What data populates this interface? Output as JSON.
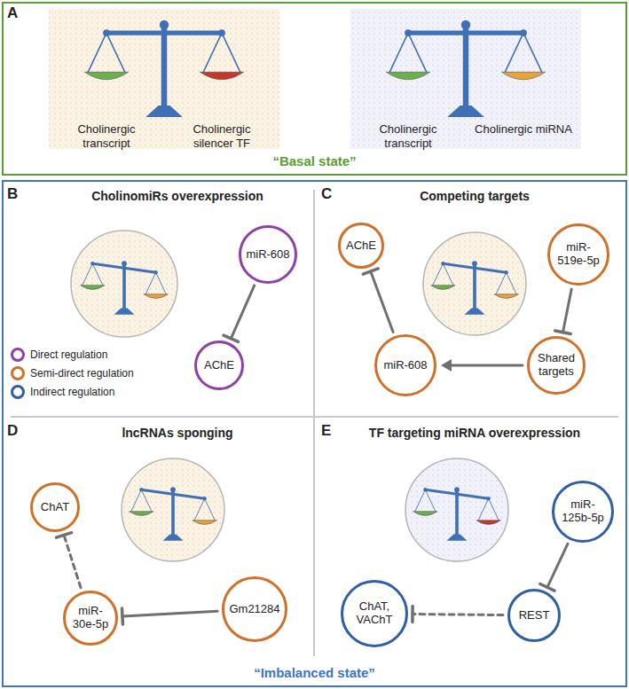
{
  "diagram": {
    "nodes": [
      {
        "text": [
          "“Basal state”"
        ]
      },
      {
        "text": [
          "“Imbalanced state”"
        ]
      },
      {
        "text": [
          "miR-608"
        ],
        "in": 1
      },
      {
        "text": [
          "AChE"
        ],
        "in": 1
      },
      {
        "text": [
          "AChE"
        ],
        "in": 1
      },
      {
        "text": [
          "miR-519e-5p"
        ],
        "in": 1
      },
      {
        "text": [
          "miR-608"
        ],
        "in": 1
      },
      {
        "text": [
          "Shared targets"
        ],
        "in": 1
      },
      {
        "text": [
          "ChAT"
        ],
        "in": 1
      },
      {
        "text": [
          "miR-30e-5p"
        ],
        "in": 1
      },
      {
        "text": [
          "Gm21284"
        ],
        "in": 1
      },
      {
        "text": [
          "miR-125b-5p"
        ],
        "in": 1
      },
      {
        "text": [
          "ChAT, VAChT"
        ],
        "in": 1
      },
      {
        "text": [
          "REST"
        ],
        "in": 1
      }
    ],
    "edges": [
      {
        "from": 2,
        "to": 3,
        "arrow": "to"
      },
      {
        "from": 5,
        "to": 7,
        "arrow": "to"
      },
      {
        "from": 7,
        "to": 6,
        "arrow": "to"
      },
      {
        "from": 6,
        "to": 4,
        "arrow": "to"
      },
      {
        "from": 10,
        "to": 9,
        "arrow": "to"
      },
      {
        "from": 9,
        "to": 8,
        "arrow": "to"
      },
      {
        "from": 11,
        "to": 13,
        "arrow": "to"
      },
      {
        "from": 13,
        "to": 12,
        "arrow": "to"
      }
    ],
    "labels": [
      "A",
      "Cholinergic transcript",
      "Cholinergic silencer TF",
      "Cholinergic transcript",
      "Cholinergic miRNA",
      "B",
      "CholinomiRs overexpression",
      "C",
      "Competing targets",
      "D",
      "lncRNAs sponging",
      "E",
      "TF targeting miRNA overexpression"
    ],
    "legend": [
      {
        "text": "Direct regulation",
        "color": "#8e3fa8"
      },
      {
        "text": "Semi-direct regulation",
        "color": "#d0702a"
      },
      {
        "text": "Indirect regulation",
        "color": "#2f5ea6"
      }
    ]
  }
}
